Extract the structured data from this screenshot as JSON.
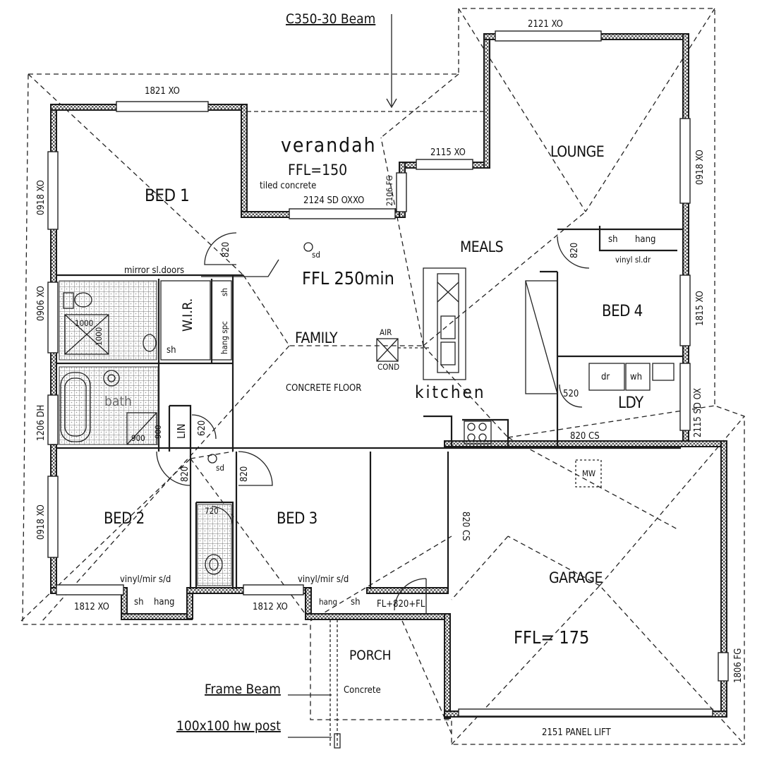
{
  "annotations": {
    "beam_top": "C350-30 Beam",
    "frame_beam": "Frame Beam",
    "post": "100x100 hw post"
  },
  "windows": {
    "w_1821": "1821 XO",
    "w_2121": "2121 XO",
    "w_2115_top": "2115 XO",
    "w_2106_fg": "2106 FG",
    "w_2124_sd": "2124 SD OXXO",
    "w_0918_left_top": "0918 XO",
    "w_0918_right_top": "0918 XO",
    "w_0906": "0906 XO",
    "w_1815": "1815 XO",
    "w_2115_sd": "2115 SD OX",
    "w_1206_dh": "1206 DH",
    "w_0918_left_bot": "0918 XO",
    "w_1812_a": "1812 XO",
    "w_1812_b": "1812 XO",
    "w_1806_fg": "1806 FG",
    "panel_lift": "2151 PANEL LIFT"
  },
  "rooms": {
    "verandah": "verandah",
    "verandah_ffl": "FFL=150",
    "verandah_floor": "tiled concrete",
    "lounge": "LOUNGE",
    "bed1": "BED 1",
    "meals": "MEALS",
    "main_ffl": "FFL 250min",
    "bed4": "BED 4",
    "wir": "W.I.R.",
    "family": "FAMILY",
    "concrete_floor": "CONCRETE FLOOR",
    "kitchen": "kitchen",
    "ldy": "LDY",
    "bath": "bath",
    "lin": "LIN",
    "bed2": "BED 2",
    "bed3": "BED 3",
    "garage": "GARAGE",
    "garage_ffl": "FFL= 175",
    "porch": "PORCH",
    "porch_floor": "Concrete"
  },
  "fixtures": {
    "sh": "sh",
    "hang": "hang",
    "hang_spc": "hang spc",
    "vinyl_sl_dr": "vinyl sl.dr",
    "mirror_doors": "mirror sl.doors",
    "vinyl_mir_1": "vinyl/mir s/d",
    "vinyl_mir_2": "vinyl/mir s/d",
    "sd": "sd",
    "air": "AIR",
    "cond": "COND",
    "dr": "dr",
    "wh": "wh",
    "mw": "MW",
    "shower_1000": "1000",
    "shower_1000b": "1000",
    "d900a": "900",
    "d900b": "900"
  },
  "doors": {
    "d820_bed1": "820",
    "d820_bed4": "820",
    "d820_bed2": "820",
    "d820_bed3": "820",
    "d620_lin": "620",
    "d520_ldy": "520",
    "d720": "720",
    "d820_cs_ldy": "820 CS",
    "d820_cs_gar": "820 CS",
    "front_door": "FL+820+FL"
  }
}
